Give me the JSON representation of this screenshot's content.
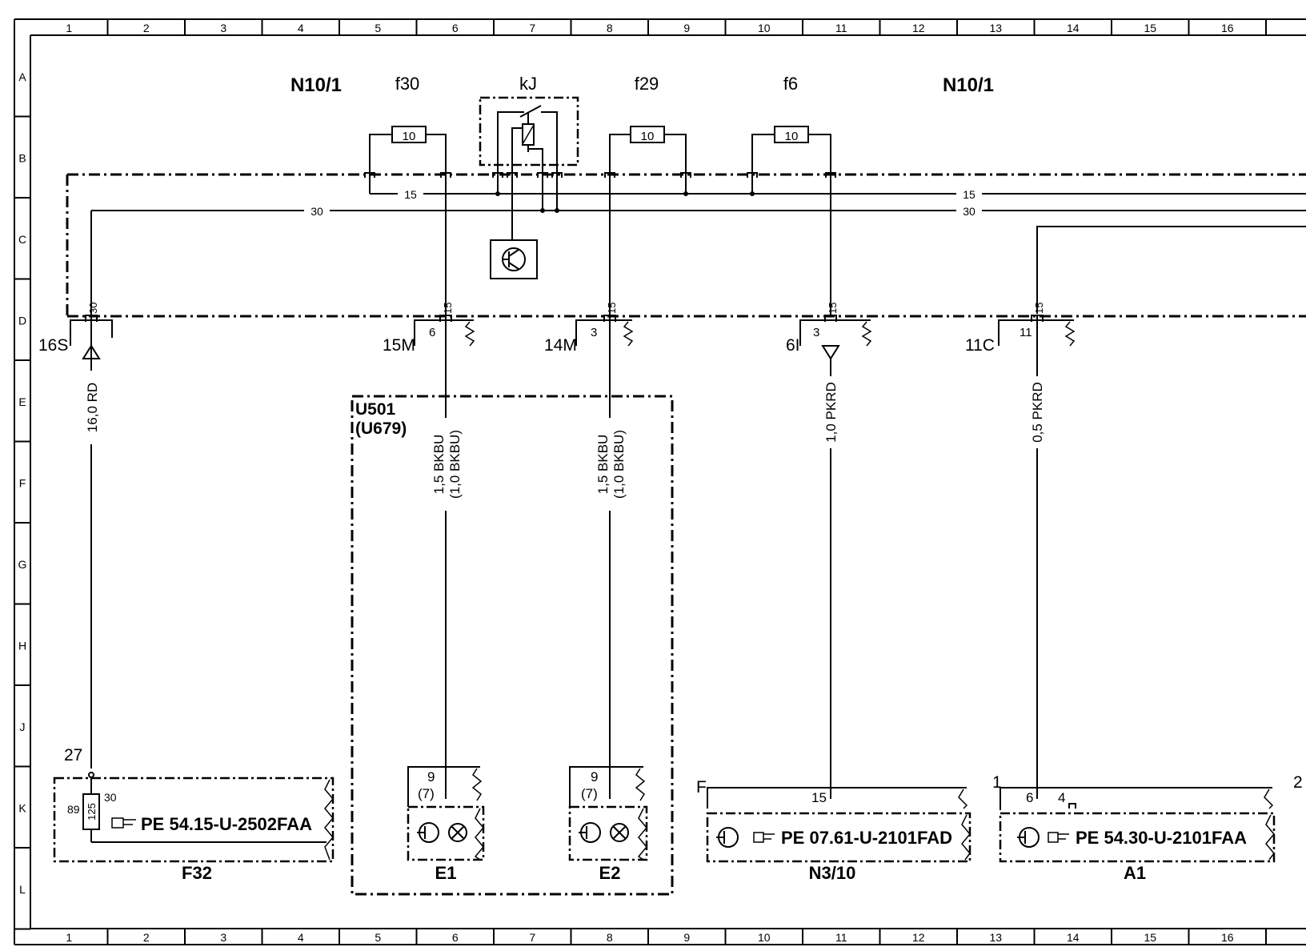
{
  "grid": {
    "columns": [
      "1",
      "2",
      "3",
      "4",
      "5",
      "6",
      "7",
      "8",
      "9",
      "10",
      "11",
      "12",
      "13",
      "14",
      "15",
      "16"
    ],
    "rows": [
      "A",
      "B",
      "C",
      "D",
      "E",
      "F",
      "G",
      "H",
      "J",
      "K",
      "L"
    ]
  },
  "labels": {
    "n10_left": "N10/1",
    "n10_right": "N10/1",
    "f30": "f30",
    "kj": "kJ",
    "f29": "f29",
    "f6": "f6",
    "fuse_value": "10",
    "bus15": "15",
    "bus30": "30",
    "pin30": "30",
    "pin15": "15"
  },
  "connectors": {
    "c16s": "16S",
    "c15m": "15M",
    "c15m_pin": "6",
    "c14m": "14M",
    "c14m_pin": "3",
    "c6i": "6I",
    "c6i_pin": "3",
    "c11c": "11C",
    "c11c_pin": "11"
  },
  "wires": {
    "w_f32": "16,0 RD",
    "w_e1_a": "1,5 BKBU",
    "w_e1_b": "(1,0 BKBU)",
    "w_e2_a": "1,5 BKBU",
    "w_e2_b": "(1,0 BKBU)",
    "w_n3": "1,0 PKRD",
    "w_a1": "0,5 PKRD"
  },
  "group": {
    "u501": "U501",
    "u679": "(U679)"
  },
  "components": {
    "f32": {
      "name": "F32",
      "ref": "PE  54.15-U-2502FAA",
      "pin_top": "27",
      "pin_left": "89",
      "pin_right": "30",
      "fuse": "125"
    },
    "e1": {
      "name": "E1",
      "pin": "9",
      "pin_alt": "(7)"
    },
    "e2": {
      "name": "E2",
      "pin": "9",
      "pin_alt": "(7)"
    },
    "n3": {
      "name": "N3/10",
      "ref": "PE  07.61-U-2101FAD",
      "pin": "15",
      "corner": "F"
    },
    "a1": {
      "name": "A1",
      "ref": "PE  54.30-U-2101FAA",
      "pin_a": "6",
      "pin_b": "4",
      "corner_l": "1",
      "corner_r": "2"
    }
  }
}
